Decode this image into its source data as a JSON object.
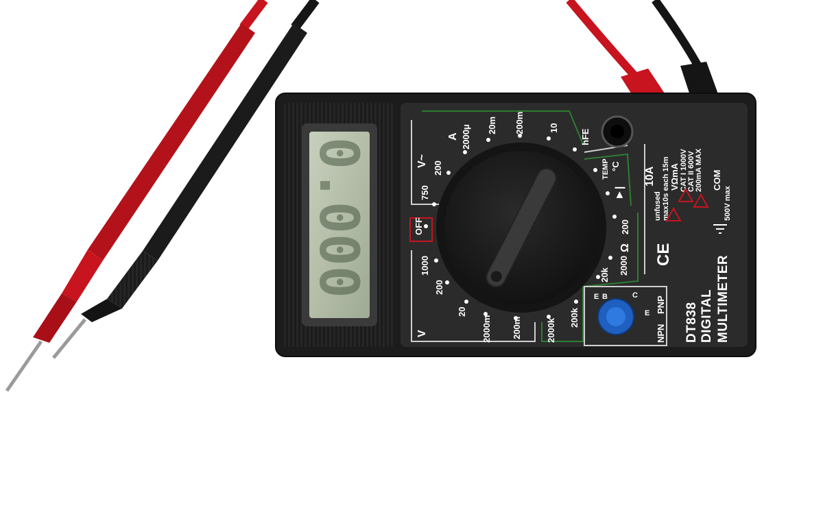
{
  "display": {
    "reading": "0.000"
  },
  "dial": {
    "off": "OFF",
    "acv": {
      "symbol": "V~",
      "ranges": [
        "200",
        "750"
      ]
    },
    "dca": {
      "symbol": "A",
      "ranges": [
        "2000μ",
        "20m",
        "200m",
        "10"
      ]
    },
    "hfe": "hFE",
    "temp": {
      "top": "TEMP",
      "unit": "°C"
    },
    "ohm": {
      "symbol": "Ω",
      "ranges": [
        "200",
        "2000",
        "20k",
        "200k",
        "2000k"
      ]
    },
    "dcv": {
      "symbol": "V",
      "ranges": [
        "1000",
        "200",
        "20",
        "2000m",
        "200m"
      ]
    }
  },
  "terminals": {
    "amp10": "10A",
    "amp10_note1": "unfused",
    "amp10_note2": "max10s each 15m",
    "vomega": "VΩmA",
    "cat1": "CAT I 1000V",
    "cat2": "CAT II 600V",
    "cat3": "200mA MAX",
    "com": "COM",
    "com_note": "500V max"
  },
  "transistor": {
    "npn": "NPN",
    "pnp": "PNP",
    "pins": [
      "E",
      "B",
      "C",
      "E"
    ]
  },
  "branding": {
    "model": "DT838",
    "line1": "DIGITAL",
    "line2": "MULTIMETER",
    "ce": "CE"
  },
  "colors": {
    "body": "#1c1c1c",
    "panel": "#2b2b2b",
    "lcd": "#b4bfa8",
    "red": "#c8141e",
    "black": "#151515",
    "green": "#2e7d32"
  }
}
